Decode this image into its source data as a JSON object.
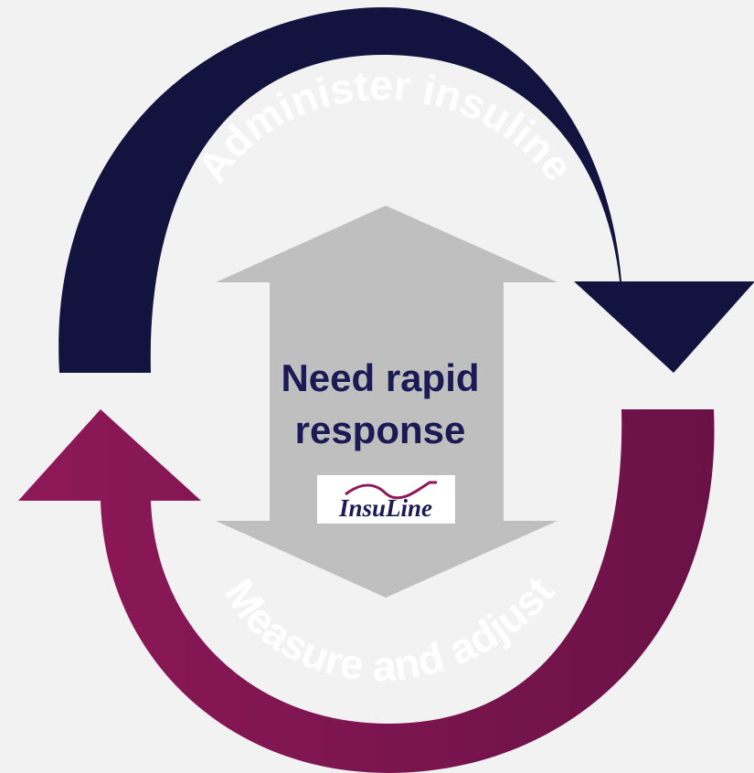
{
  "diagram": {
    "top_arrow_label": "Administer insuline",
    "bottom_arrow_label": "Measure and adjust",
    "center_label_line1": "Need rapid",
    "center_label_line2": "response",
    "logo_text": "InsuLine"
  },
  "colors": {
    "background": "#f2f2f3",
    "top_arrow": "#12133f",
    "bottom_arrow_light": "#8e1858",
    "bottom_arrow_dark": "#6a1247",
    "center_arrow": "#bfbfbf",
    "label_on_arrow": "#ffffff",
    "center_text": "#1b1a55",
    "logo_text": "#1b1a55",
    "logo_wave": "#8e1858"
  }
}
